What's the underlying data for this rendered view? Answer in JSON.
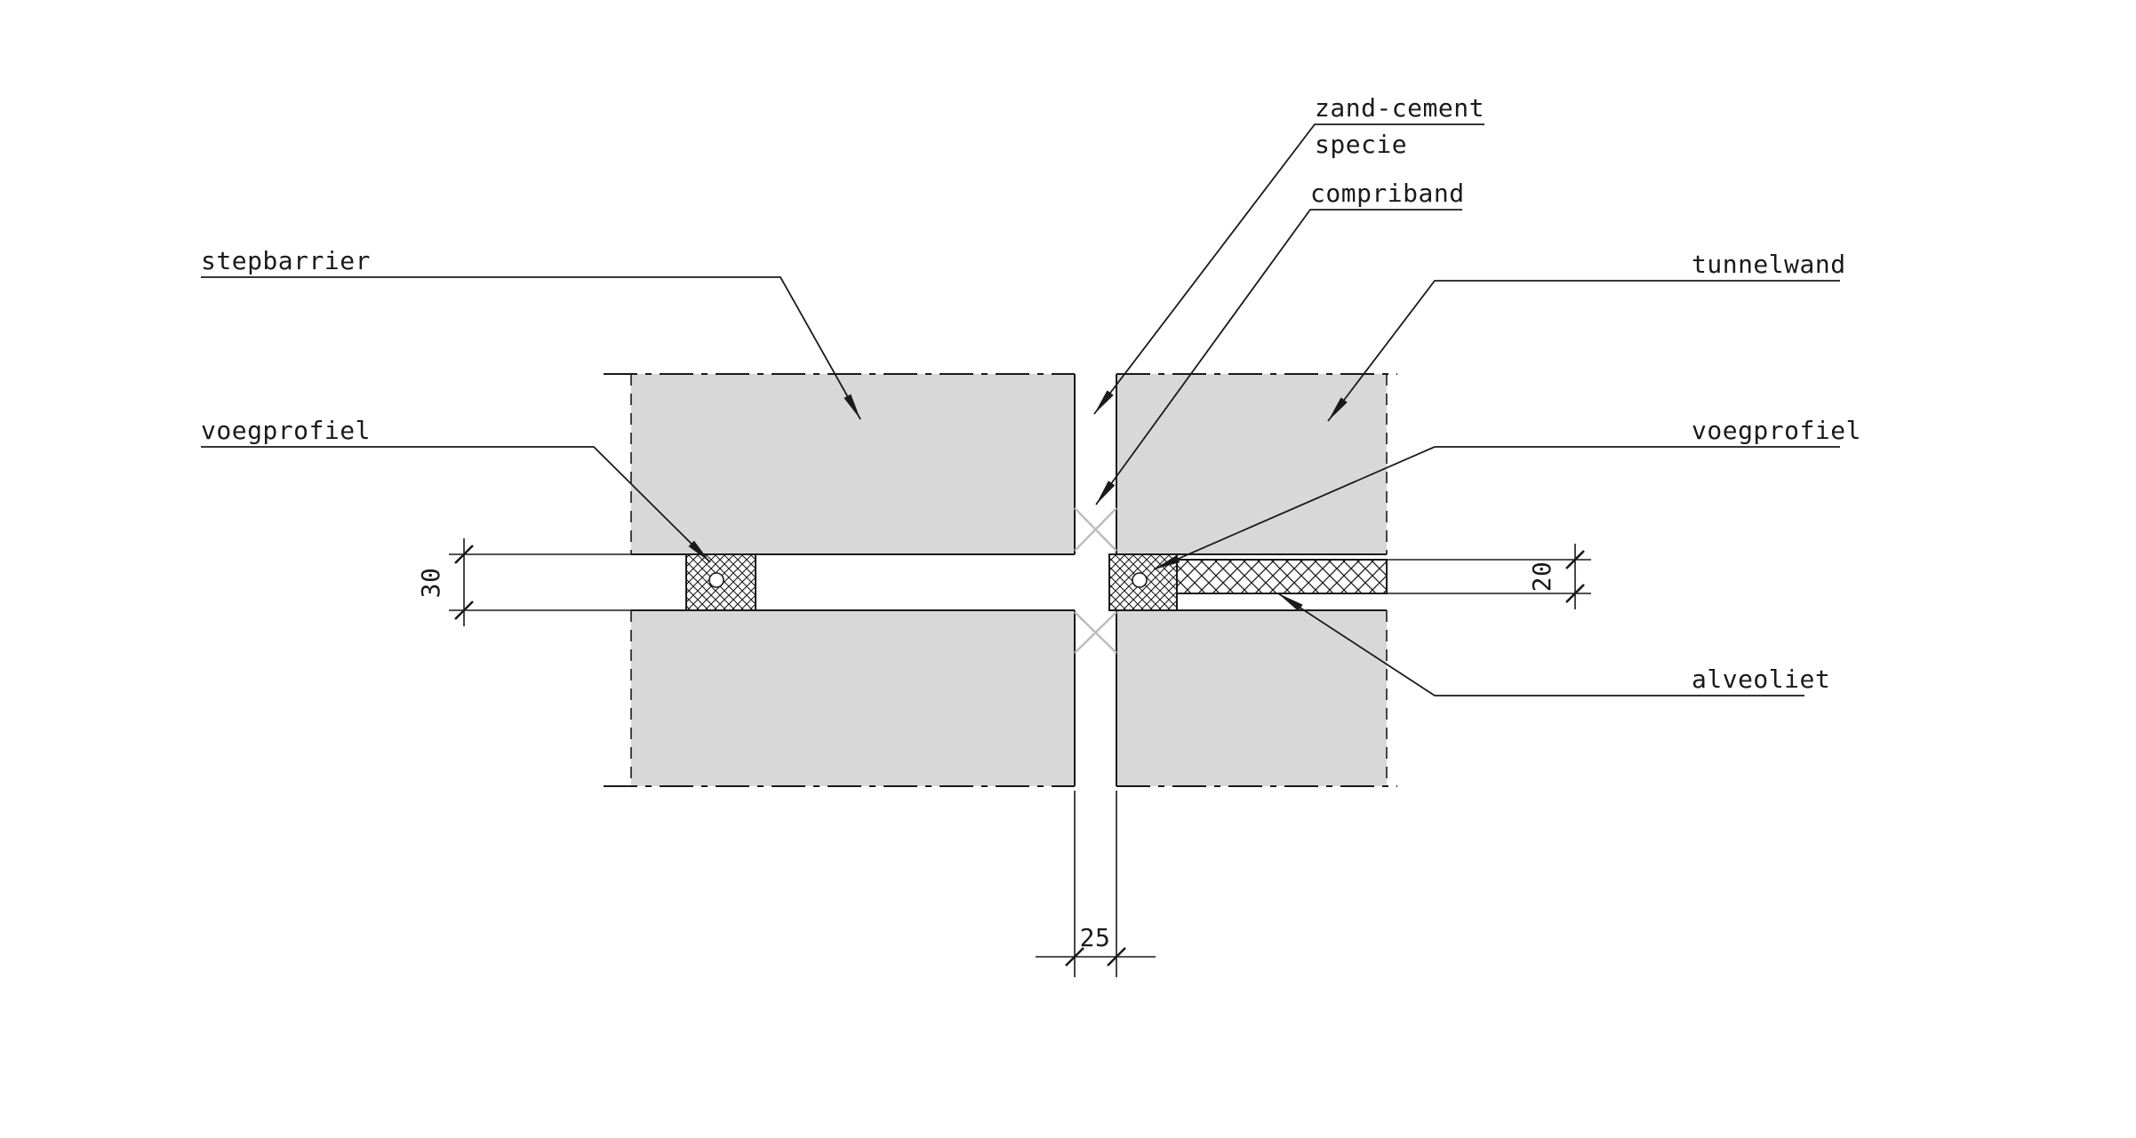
{
  "drawing": {
    "labels": {
      "zand_cement_line1": "zand-cement",
      "zand_cement_line2": "specie",
      "compriband": "compriband",
      "stepbarrier": "stepbarrier",
      "tunnelwand": "tunnelwand",
      "voegprofiel_left": "voegprofiel",
      "voegprofiel_right": "voegprofiel",
      "alveoliet": "alveoliet"
    },
    "dimensions": {
      "joint_height_mm": "30",
      "alveoliet_thickness_mm": "20",
      "joint_width_mm": "25"
    },
    "colors": {
      "background": "#ffffff",
      "slab_fill": "#d8d8d8",
      "line": "#1a1a1a",
      "compriband_hatch": "#bdbdbd"
    }
  }
}
